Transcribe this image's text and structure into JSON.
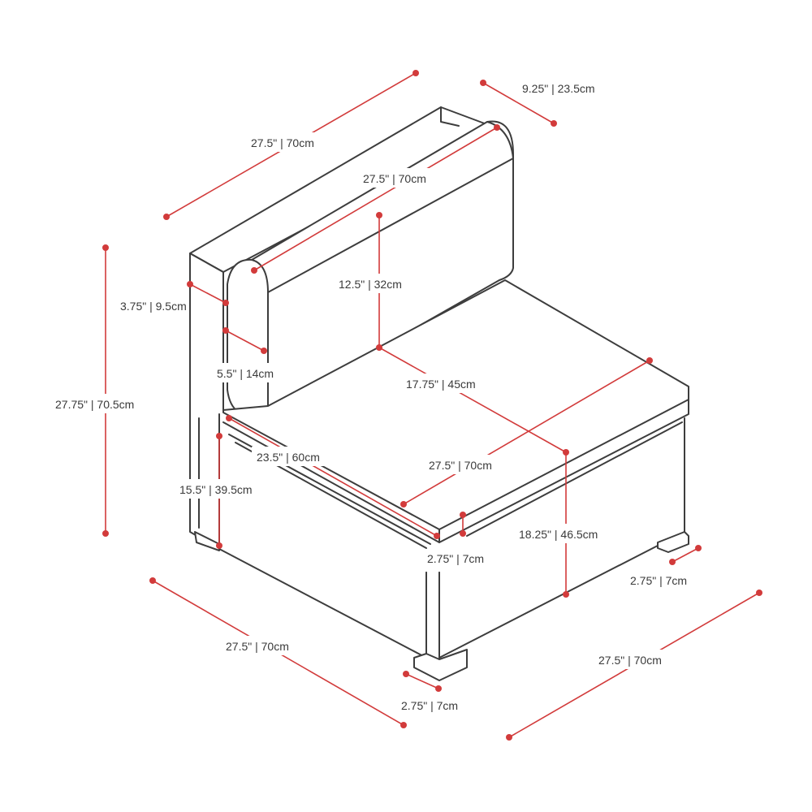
{
  "accent_color": "#d23b3b",
  "outline_color": "#3d3d3d",
  "labels": {
    "back_top_length": "27.5\" | 70cm",
    "back_depth": "9.25\" | 23.5cm",
    "back_cushion_length": "27.5\" | 70cm",
    "back_cushion_height": "12.5\" | 32cm",
    "arm_thickness": "3.75\" | 9.5cm",
    "back_cushion_depth": "5.5\" | 14cm",
    "overall_height": "27.75\" | 70.5cm",
    "seat_depth": "17.75\" | 45cm",
    "inner_depth": "23.5\" | 60cm",
    "seat_width": "27.5\" | 70cm",
    "seat_height": "15.5\" | 39.5cm",
    "front_height": "18.25\" | 46.5cm",
    "cushion_thickness": "2.75\" | 7cm",
    "leg_right": "2.75\" | 7cm",
    "base_left": "27.5\" | 70cm",
    "base_right": "27.5\" | 70cm",
    "leg_front": "2.75\" | 7cm"
  }
}
